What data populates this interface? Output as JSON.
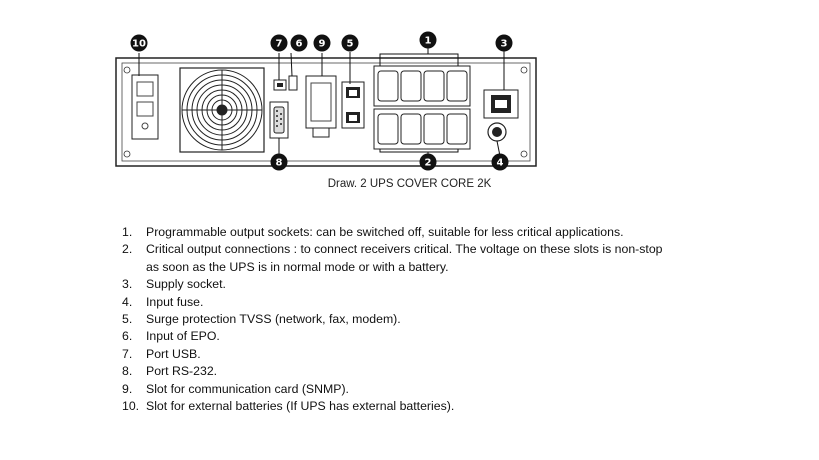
{
  "figure": {
    "callouts": [
      "10",
      "7",
      "6",
      "9",
      "5",
      "1",
      "3",
      "4",
      "2",
      "8"
    ],
    "caption": "Draw. 2 UPS COVER CORE 2K"
  },
  "legend": [
    {
      "num": "1.",
      "text": "Programmable output sockets: can be switched off, suitable for less critical applications."
    },
    {
      "num": "2.",
      "text": "Critical output connections : to connect receivers critical. The voltage on these slots is non-stop\nas soon as the UPS is in normal mode or with a battery."
    },
    {
      "num": "3.",
      "text": "Supply socket."
    },
    {
      "num": "4.",
      "text": "Input fuse."
    },
    {
      "num": "5.",
      "text": "Surge protection TVSS (network, fax, modem)."
    },
    {
      "num": "6.",
      "text": "Input of EPO."
    },
    {
      "num": "7.",
      "text": "Port USB."
    },
    {
      "num": "8.",
      "text": "Port RS-232."
    },
    {
      "num": "9.",
      "text": "Slot for communication card (SNMP)."
    },
    {
      "num": "10.",
      "text": "Slot for external batteries (If UPS has external batteries)."
    }
  ]
}
